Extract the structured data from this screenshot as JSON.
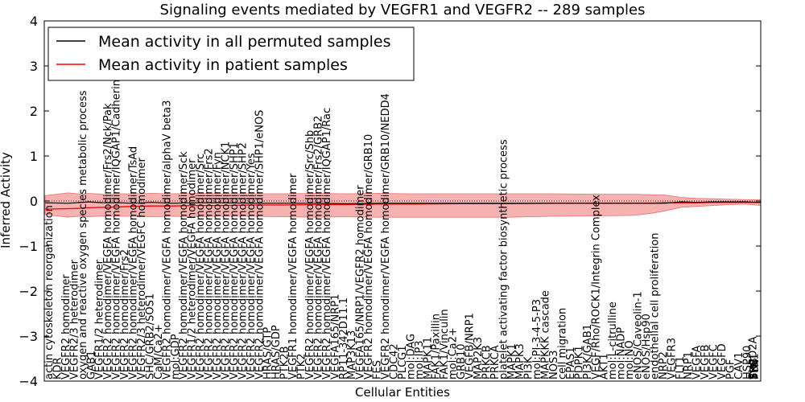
{
  "chart_data": {
    "type": "line",
    "title": "Signaling events mediated by VEGFR1 and VEGFR2 -- 289 samples",
    "xlabel": "Cellular Entities",
    "ylabel": "Inferred Activity",
    "ylim": [
      -4,
      4
    ],
    "yticks": [
      "4",
      "3",
      "2",
      "1",
      "0",
      "−1",
      "−2",
      "−3",
      "−4"
    ],
    "ytick_values": [
      4,
      3,
      2,
      1,
      0,
      -1,
      -2,
      -3,
      -4
    ],
    "grid": false,
    "legend_position": "top-left",
    "series": [
      {
        "name": "Mean activity in all permuted samples",
        "color": "#000000"
      },
      {
        "name": "Mean activity in patient samples",
        "color": "#ff0000",
        "band_color": "#f4a3a3"
      }
    ],
    "x": [
      1,
      30,
      48,
      55,
      75,
      95,
      110,
      135,
      160,
      190,
      220,
      260,
      300,
      340,
      380,
      420,
      460,
      520,
      580,
      640,
      700,
      740,
      760,
      780,
      800,
      820,
      840,
      860,
      880,
      900
    ],
    "permuted_mean": [
      -0.04,
      -0.05,
      -0.03,
      -0.02,
      -0.04,
      -0.04,
      -0.05,
      -0.03,
      -0.05,
      -0.04,
      -0.04,
      -0.05,
      -0.05,
      -0.05,
      -0.06,
      -0.05,
      -0.05,
      -0.05,
      -0.05,
      -0.05,
      -0.05,
      -0.05,
      -0.05,
      -0.05,
      -0.02,
      -0.03,
      -0.02,
      -0.02,
      -0.02,
      -0.03
    ],
    "patient_mean": [
      -0.18,
      -0.17,
      -0.16,
      -0.15,
      -0.14,
      -0.13,
      -0.12,
      -0.11,
      -0.11,
      -0.1,
      -0.1,
      -0.09,
      -0.09,
      -0.08,
      -0.08,
      -0.07,
      -0.07,
      -0.06,
      -0.06,
      -0.05,
      -0.05,
      -0.05,
      -0.05,
      -0.04,
      -0.04,
      -0.04,
      -0.03,
      -0.03,
      -0.03,
      -0.03
    ],
    "band_upper": [
      0.12,
      0.18,
      0.15,
      0.17,
      0.15,
      0.16,
      0.16,
      0.17,
      0.16,
      0.17,
      0.16,
      0.16,
      0.16,
      0.17,
      0.16,
      0.17,
      0.16,
      0.16,
      0.16,
      0.16,
      0.15,
      0.15,
      0.14,
      0.13,
      0.08,
      0.06,
      0.05,
      0.04,
      0.03,
      0.03
    ],
    "band_lower": [
      -0.3,
      -0.36,
      -0.33,
      -0.35,
      -0.33,
      -0.34,
      -0.34,
      -0.35,
      -0.34,
      -0.35,
      -0.34,
      -0.34,
      -0.35,
      -0.36,
      -0.35,
      -0.36,
      -0.36,
      -0.36,
      -0.36,
      -0.34,
      -0.33,
      -0.32,
      -0.28,
      -0.22,
      -0.14,
      -0.12,
      -0.1,
      -0.08,
      -0.07,
      -0.1
    ],
    "xlim": [
      0,
      900
    ],
    "entity_labels": [
      "actin cytoskeleton reorganization",
      "KDR",
      "VEGFR2 homodimer",
      "VEGFR2/3 heterodimer",
      "oxygen and reactive oxygen species metabolic process",
      "GAB1",
      "VEGFR1/2 heterodimer",
      "VEGFR2 homodimer/VEGFA homodimer/Frs2/Nck/Pak",
      "VEGFR2 homodimer/VEGFA homodimer/IQGAP1/Cadherin",
      "VEGFR2 homodimer/Frs2",
      "VEGFR2 homodimer/VEGFA homodimer/TsAd",
      "VEGFR2/3 heterodimer/VEGFC homodimer",
      "SHC/GRB2/SOS1",
      "CaM/Ca2+",
      "VEGFR2 homodimer/VEGFA homodimer/alphaV beta3",
      "mol:GDP",
      "VEGFR2 homodimer/VEGFA homodimer/Sck",
      "VEGFR1/2 heterodimer/VEGFA homodimer",
      "VEGFR2 homodimer/VEGFA homodimer/Src",
      "VEGFR2 homodimer/VEGFA homodimer/Frs2",
      "VEGFR2 homodimer/VEGFA homodimer/Fyn",
      "VEGFR2 homodimer/VEGFA homodimer/NCK1",
      "VEGFR2 homodimer/VEGFA homodimer/SHP1",
      "VEGFR2 homodimer/VEGFA homodimer/SHP2",
      "VEGFR2 homodimer/VEGFA homodimer/Yes",
      "VEGFR2 homodimer/VEGFA homodimer/SHP1/eNOS",
      "HRAS/GTP",
      "HRAS/GDP",
      "PTK2B",
      "VEGFR1 homodimer/VEGFA homodimer",
      "PTK2",
      "VEGFR2 homodimer/VEGFA homodimer/Src/Shb",
      "VEGFR2 homodimer/VEGFA homodimer/Frs2/GRB2",
      "VEGFR2 homodimer/VEGFA homodimer/IQGAP1/Rac",
      "VEGFA165/NRP1",
      "RP11-342D11.1",
      "MAP3K13",
      "VEGFA165/NRP1/VEGFR2 homodimer",
      "VEGFR2 homodimer/VEGFA homodimer/GRB10",
      "FES",
      "VEGFR2 homodimer/VEGFA homodimer/GRB10/NEDD4",
      "CDC42",
      "PLCG1",
      "mol:DAG",
      "mol:IP3",
      "MAPK11",
      "FAK1/Paxillin",
      "FAK1/Vinculin",
      "mol:Ca2+",
      "GRB10",
      "VEGFB/NRP1",
      "MAP2K3",
      "PRKCB",
      "PRKCA",
      "platelet activating factor biosynthetic process",
      "MAPK1",
      "MAPK3",
      "PI3K",
      "mol:PI-3-4-5-P3",
      "MAPKKK cascade",
      "NOS3",
      "cell migration",
      "EPAS1",
      "PDPK1",
      "PI3K/GAB1",
      "VEGF/Rho/ROCK1/Integrin Complex",
      "AKT1",
      "mol:L-citrulline",
      "mol:NADP",
      "mol:NO",
      "eNOS/Caveolin-1",
      "eNOS/Hsp90",
      "endothelial cell proliferation",
      "NRP2",
      "VEGFR3",
      "FLT1",
      "NRP1",
      "VEGFA",
      "VEGFB",
      "VEGFC",
      "VEGFD",
      "PGF",
      "CAV1",
      "HSP90",
      "SH2D2A",
      "SHB",
      "SRC",
      "YES1",
      "FYN"
    ]
  },
  "legend": {
    "permuted_label": "Mean activity in all permuted samples",
    "patient_label": "Mean activity in patient samples"
  },
  "colors": {
    "permuted_line": "#000000",
    "patient_line": "#ff0000",
    "band_fill": "#f4a3a3",
    "zero_line": "#000000"
  }
}
